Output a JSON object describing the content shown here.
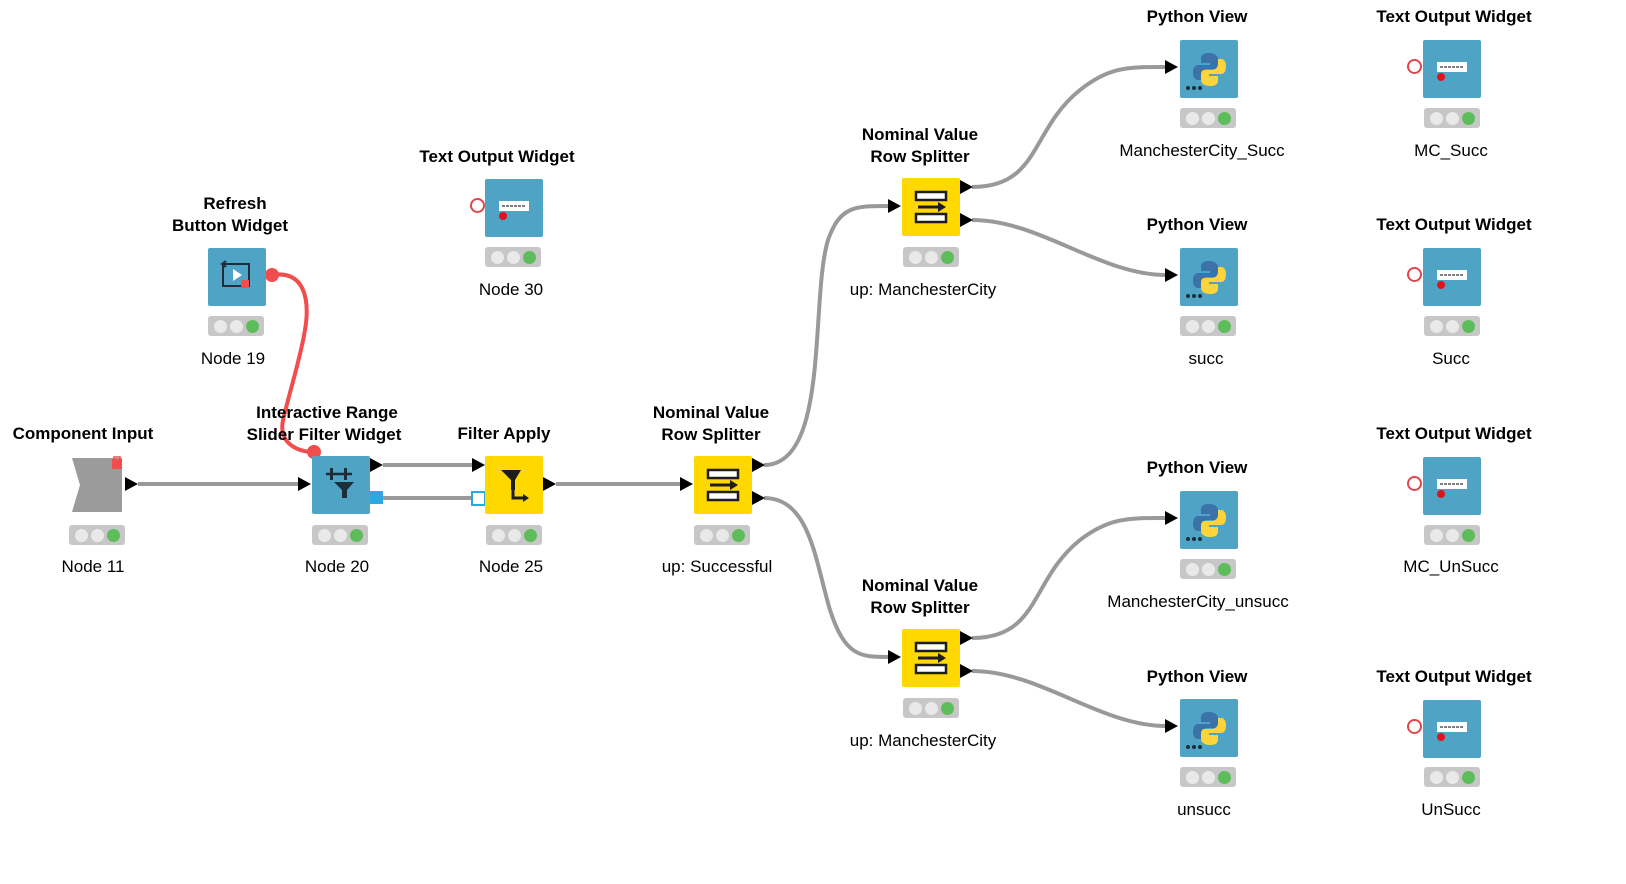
{
  "workflow": {
    "colors": {
      "widget_blue": "#4fa3c4",
      "manipulator_yellow": "#ffd800",
      "connection_gray": "#999999",
      "flow_variable_red": "#f24d4d",
      "status_green": "#5cbd5a"
    },
    "nodes": {
      "component_input": {
        "title_l1": "Component Input",
        "label": "Node 11",
        "icon": "component-input-icon"
      },
      "refresh_button": {
        "title_l1": "Refresh",
        "title_l2": "Button Widget",
        "label": "Node 19",
        "icon": "refresh-button-icon"
      },
      "range_slider": {
        "title_l1": "Interactive Range",
        "title_l2": "Slider Filter Widget",
        "label": "Node 20",
        "icon": "range-slider-filter-icon"
      },
      "text_output_30": {
        "title_l1": "Text Output Widget",
        "label": "Node 30",
        "icon": "text-output-icon"
      },
      "filter_apply": {
        "title_l1": "Filter Apply",
        "label": "Node 25",
        "icon": "filter-apply-icon"
      },
      "splitter_main": {
        "title_l1": "Nominal Value",
        "title_l2": "Row Splitter",
        "label": "up: Successful",
        "icon": "row-splitter-icon"
      },
      "splitter_top": {
        "title_l1": "Nominal Value",
        "title_l2": "Row Splitter",
        "label": "up:  ManchesterCity",
        "icon": "row-splitter-icon"
      },
      "splitter_bottom": {
        "title_l1": "Nominal Value",
        "title_l2": "Row Splitter",
        "label": "up:  ManchesterCity",
        "icon": "row-splitter-icon"
      },
      "python_mc_succ": {
        "title_l1": "Python View",
        "label": "ManchesterCity_Succ",
        "icon": "python-icon"
      },
      "python_succ": {
        "title_l1": "Python View",
        "label": "succ",
        "icon": "python-icon"
      },
      "python_mc_unsucc": {
        "title_l1": "Python View",
        "label": "ManchesterCity_unsucc",
        "icon": "python-icon"
      },
      "python_unsucc": {
        "title_l1": "Python View",
        "label": "unsucc",
        "icon": "python-icon"
      },
      "text_mc_succ": {
        "title_l1": "Text Output Widget",
        "label": "MC_Succ",
        "icon": "text-output-icon"
      },
      "text_succ": {
        "title_l1": "Text Output Widget",
        "label": "Succ",
        "icon": "text-output-icon"
      },
      "text_mc_unsucc": {
        "title_l1": "Text Output Widget",
        "label": "MC_UnSucc",
        "icon": "text-output-icon"
      },
      "text_unsucc": {
        "title_l1": "Text Output Widget",
        "label": "UnSucc",
        "icon": "text-output-icon"
      }
    }
  }
}
